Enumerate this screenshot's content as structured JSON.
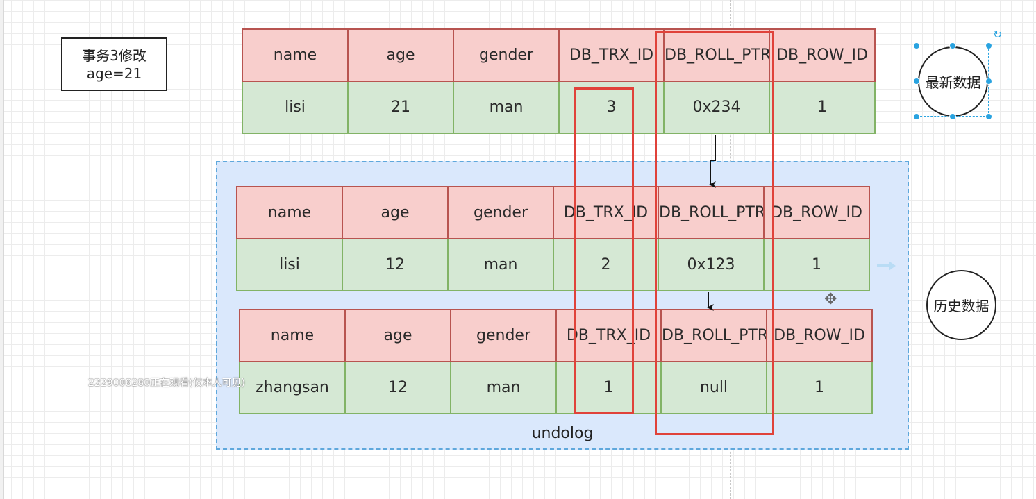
{
  "note": {
    "line1": "事务3修改",
    "line2": "age=21"
  },
  "columns": [
    "name",
    "age",
    "gender",
    "DB_TRX_ID",
    "DB_ROLL_PTR",
    "DB_ROW_ID"
  ],
  "records": {
    "latest": [
      "lisi",
      "21",
      "man",
      "3",
      "0x234",
      "1"
    ],
    "history1": [
      "lisi",
      "12",
      "man",
      "2",
      "0x123",
      "1"
    ],
    "history2": [
      "zhangsan",
      "12",
      "man",
      "1",
      "null",
      "1"
    ]
  },
  "undolog_label": "undolog",
  "labels": {
    "latest": "最新数据",
    "history": "历史数据"
  },
  "watermark": "2229008280正在观看(仅本人可见)",
  "icons": {
    "rotate": "rotate-icon",
    "move": "move-cursor-icon"
  },
  "colors": {
    "header_fill": "#f8cecc",
    "value_fill": "#d5e8d4",
    "group_fill": "#dae8fc",
    "highlight": "#e0423a"
  }
}
